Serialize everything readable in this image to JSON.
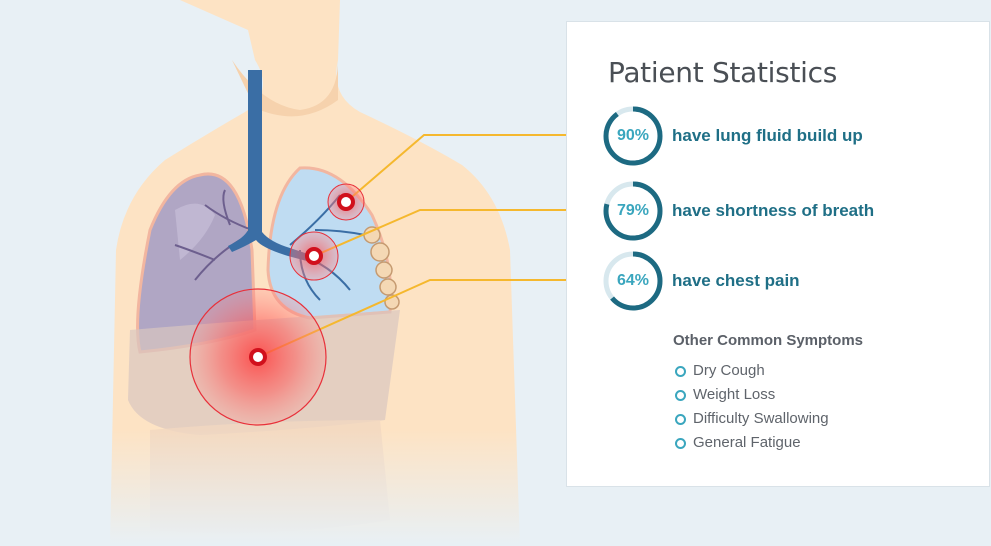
{
  "panel": {
    "title": "Patient Statistics",
    "stats": [
      {
        "value": 90,
        "display": "90%",
        "label": "have lung fluid build up"
      },
      {
        "value": 79,
        "display": "79%",
        "label": "have shortness of breath"
      },
      {
        "value": 64,
        "display": "64%",
        "label": "have chest pain"
      }
    ],
    "other_title": "Other Common Symptoms",
    "symptoms": [
      "Dry Cough",
      "Weight Loss",
      "Difficulty Swallowing",
      "General Fatigue"
    ]
  },
  "colors": {
    "background": "#e8f0f5",
    "body_skin": "#fde3c4",
    "ring_fill": "#1d6a82",
    "ring_track": "#d8e8ee",
    "percent_text": "#3aa6be",
    "label_text": "#1f6f86",
    "callout_line": "#f5b82e",
    "hotspot_red": "#e8303a",
    "trachea_blue": "#3a6ea5",
    "left_lung": "#b0a6c4",
    "right_lung": "#bfdcf2"
  }
}
